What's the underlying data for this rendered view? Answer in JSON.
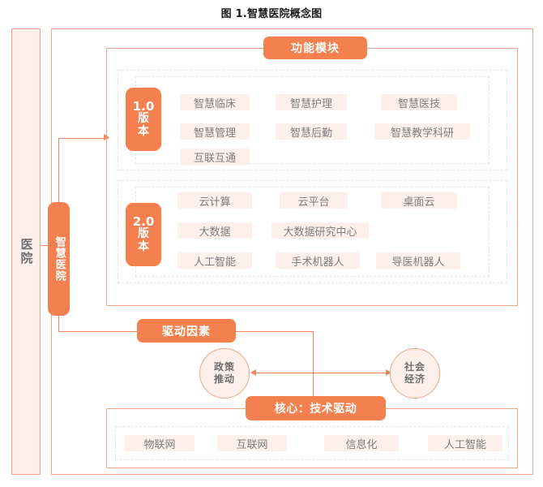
{
  "title": "图 1.智慧医院概念图",
  "colors": {
    "accent": "#F5804F",
    "accent_line": "#F2855C",
    "frame_border": "#F0A585",
    "pill_bg": "#FDF0EA",
    "pill_text": "#7D7D7D",
    "dash_border": "#E3E3E3",
    "label_gray": "#6E6E6E"
  },
  "hospital_bar": {
    "label": "医院"
  },
  "smart_hospital": {
    "label": "智慧医院"
  },
  "function_modules": {
    "header": "功能模块",
    "versions": [
      {
        "badge_num": "1.0",
        "badge_word_1": "版",
        "badge_word_2": "本",
        "items": [
          "智慧临床",
          "智慧护理",
          "智慧医技",
          "智慧管理",
          "智慧后勤",
          "智慧教学科研",
          "互联互通"
        ]
      },
      {
        "badge_num": "2.0",
        "badge_word_1": "版",
        "badge_word_2": "本",
        "items": [
          "云计算",
          "云平台",
          "桌面云",
          "大数据",
          "大数据研究中心",
          "人工智能",
          "手术机器人",
          "导医机器人"
        ]
      }
    ]
  },
  "driving_factors": {
    "header": "驱动因素",
    "ellipses": [
      {
        "line1": "政策",
        "line2": "推动"
      },
      {
        "line1": "社会",
        "line2": "经济"
      }
    ],
    "core": "核心：技术驱动",
    "tech_items": [
      "物联网",
      "互联网",
      "信息化",
      "人工智能"
    ]
  }
}
